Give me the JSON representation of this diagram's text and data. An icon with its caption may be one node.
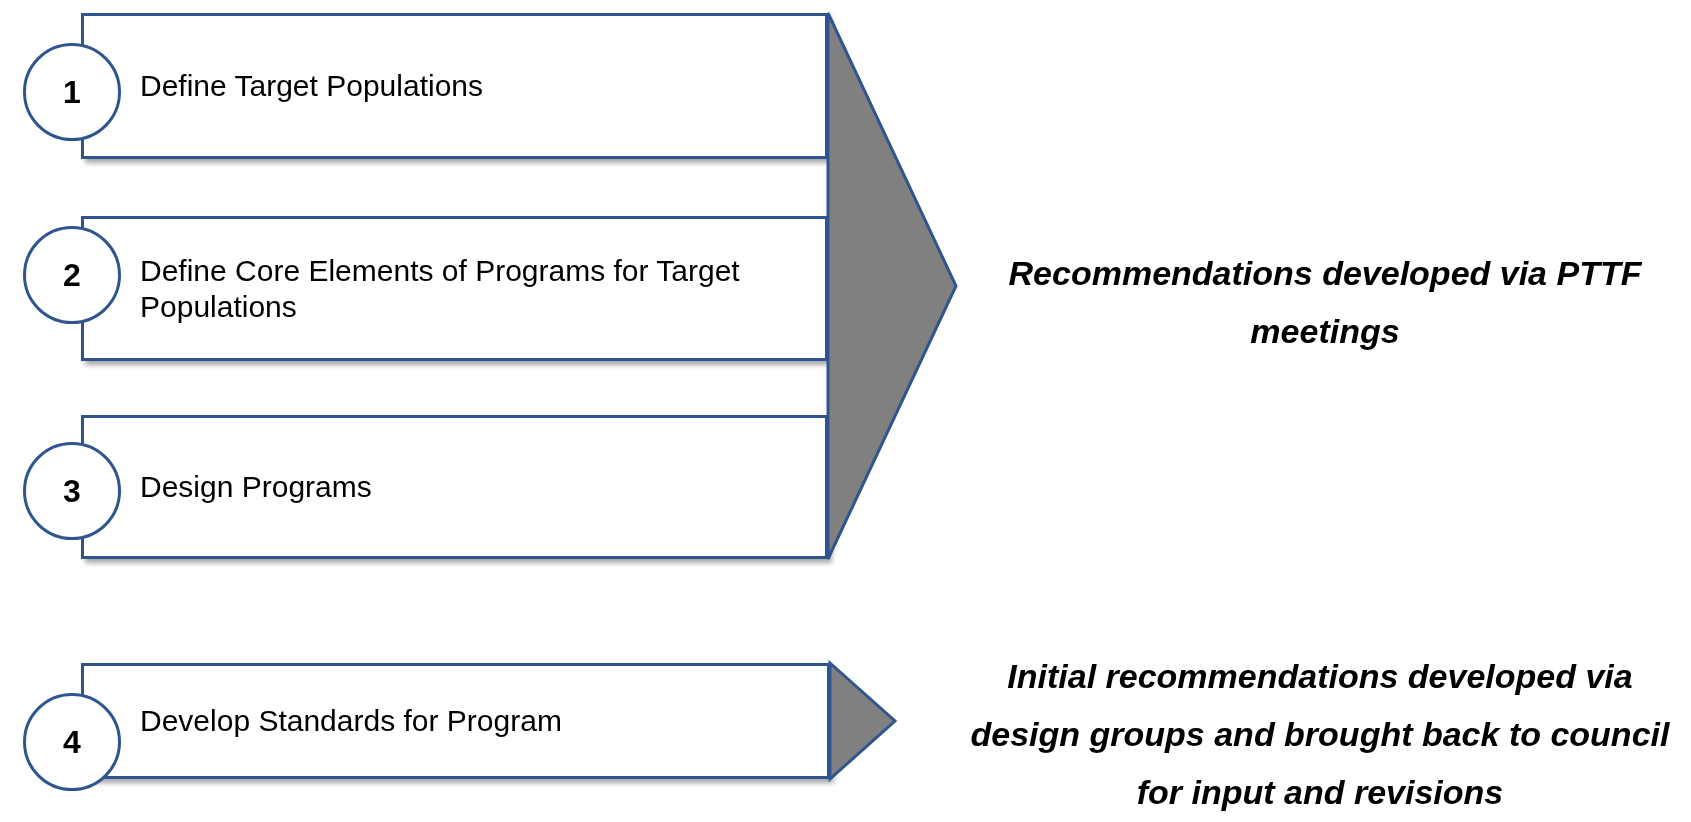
{
  "diagram": {
    "nodes": [
      {
        "text": [
          "1"
        ]
      },
      {
        "text": [
          "Define Target Populations"
        ]
      },
      {
        "text": [
          "2"
        ]
      },
      {
        "text": [
          "Define Core Elements of Programs for Target Populations"
        ]
      },
      {
        "text": [
          "3"
        ]
      },
      {
        "text": [
          "Design Programs"
        ]
      },
      {
        "text": [],
        "shape": "triangle"
      },
      {
        "text": [
          "4"
        ]
      },
      {
        "text": [
          "Develop Standards for Program"
        ]
      },
      {
        "text": [],
        "shape": "triangle"
      }
    ],
    "edges": [],
    "labels": [
      "Recommendations developed via PTTF meetings",
      "Initial recommendations developed via design groups and brought back to council for input and revisions"
    ]
  }
}
